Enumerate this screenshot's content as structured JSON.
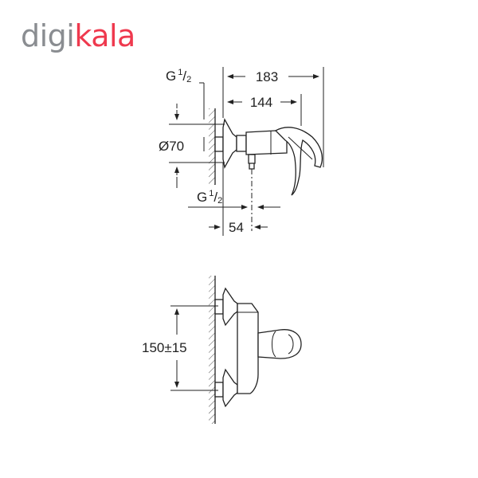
{
  "brand": {
    "logo_part1": "digi",
    "logo_part2": "kala",
    "color_gray": "#8a8d91",
    "color_red": "#ef394e"
  },
  "side_view": {
    "dim_overall_length": "183",
    "dim_body_length": "144",
    "dim_diameter": "Ø70",
    "dim_outlet_offset": "54",
    "thread_top": {
      "base": "G",
      "num": "1",
      "den": "2"
    },
    "thread_bottom": {
      "base": "G",
      "num": "1",
      "den": "2"
    }
  },
  "front_view": {
    "dim_center_distance": "150±15"
  }
}
